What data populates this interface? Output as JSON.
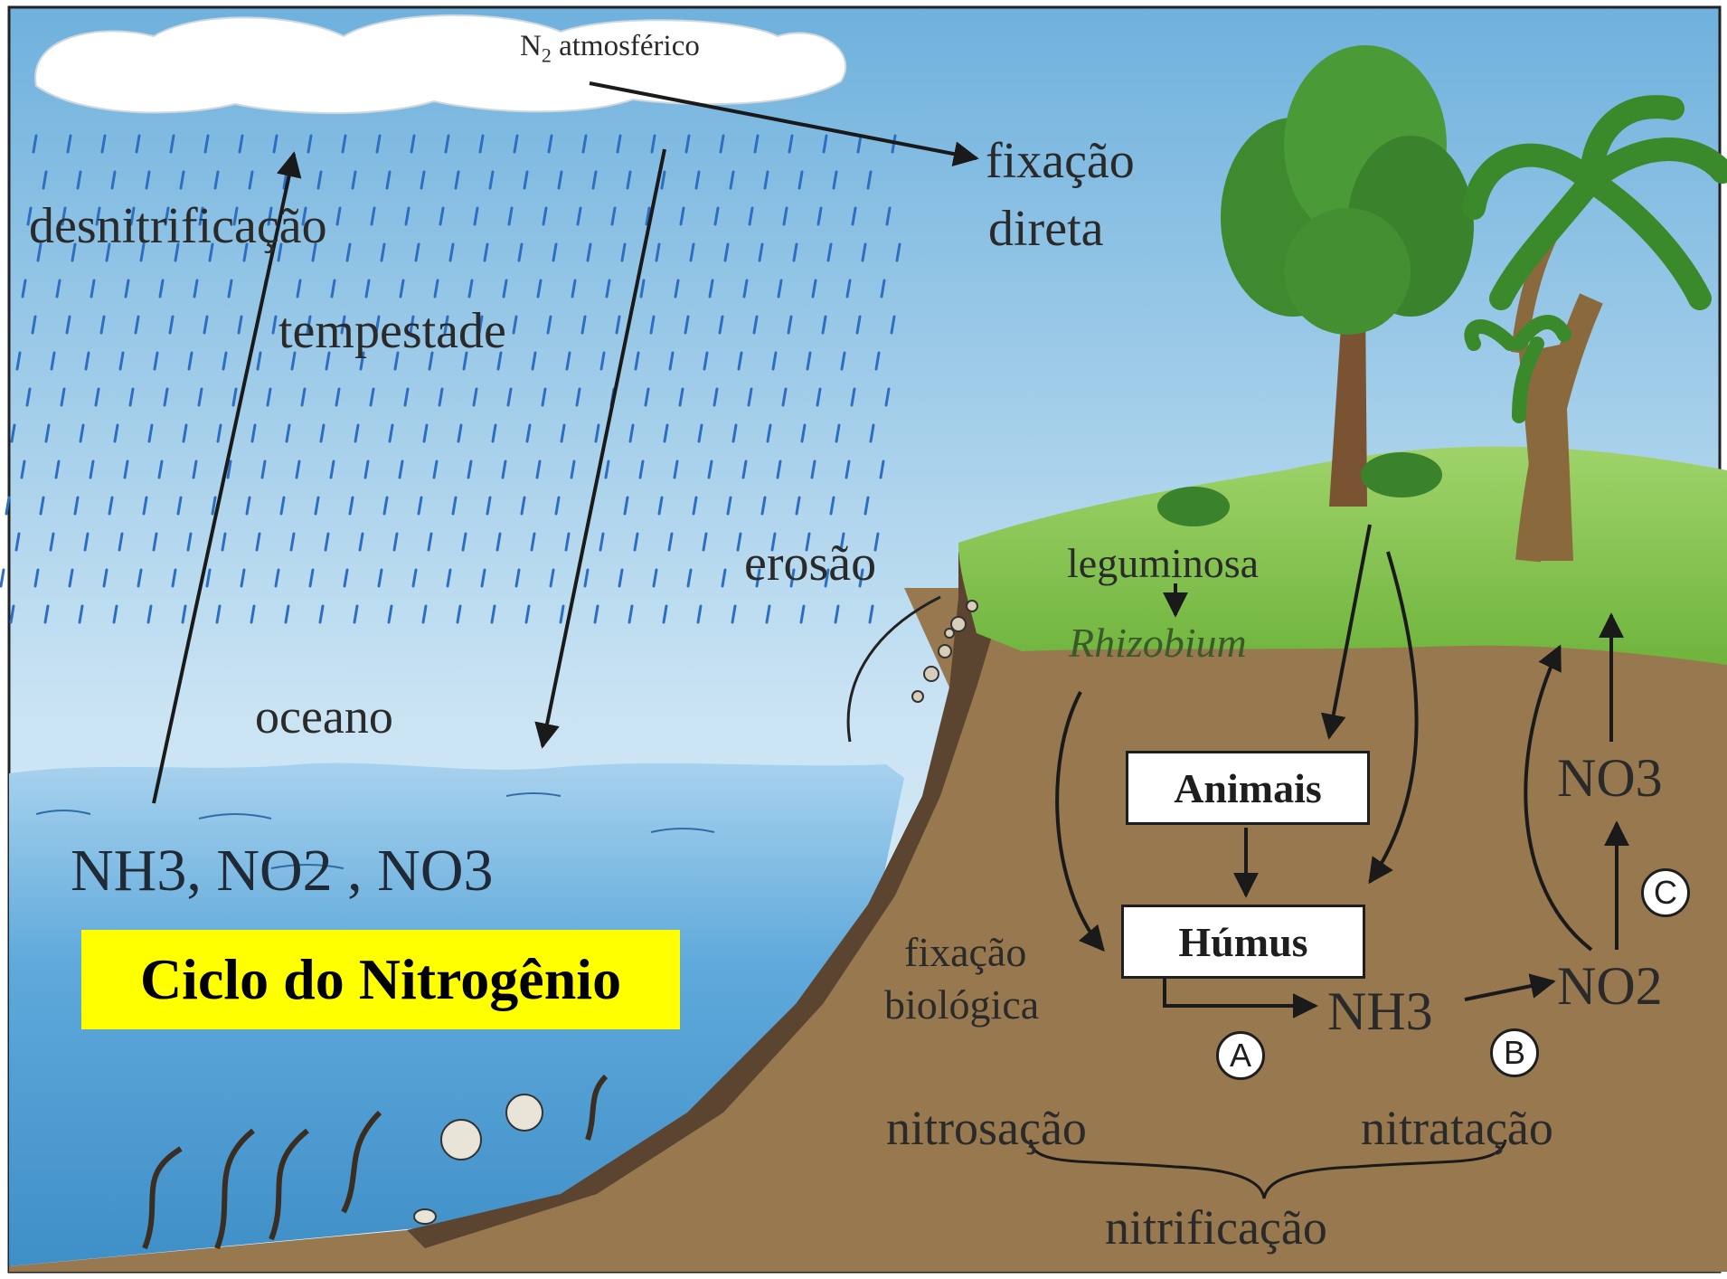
{
  "title": "Ciclo do Nitrogênio",
  "labels": {
    "n2": "N",
    "n2_sub": "2",
    "n2_rest": " atmosférico",
    "fixacao_direta_1": "fixação",
    "fixacao_direta_2": "direta",
    "desnitrificacao": "desnitrificação",
    "tempestade": "tempestade",
    "erosao": "erosão",
    "oceano": "oceano",
    "leguminosa": "leguminosa",
    "rhizobium": "Rhizobium",
    "fixacao_biologica_1": "fixação",
    "fixacao_biologica_2": "biológica",
    "nitrosacao": "nitrosação",
    "nitratacao": "nitratação",
    "nitrificacao": "nitrificação",
    "ocean_compounds": "NH3, NO2 , NO3",
    "nh3": "NH3",
    "no2": "NO2",
    "no3": "NO3"
  },
  "boxes": {
    "animais": "Animais",
    "humus": "Húmus"
  },
  "steps": {
    "a": "A",
    "b": "B",
    "c": "C"
  },
  "colors": {
    "sky": "#8ec3e4",
    "ocean": "#5aa6d8",
    "grass": "#82c94c",
    "soil": "#97784f",
    "title_bg": "#ffff00",
    "arrow": "#1a1a1a"
  }
}
